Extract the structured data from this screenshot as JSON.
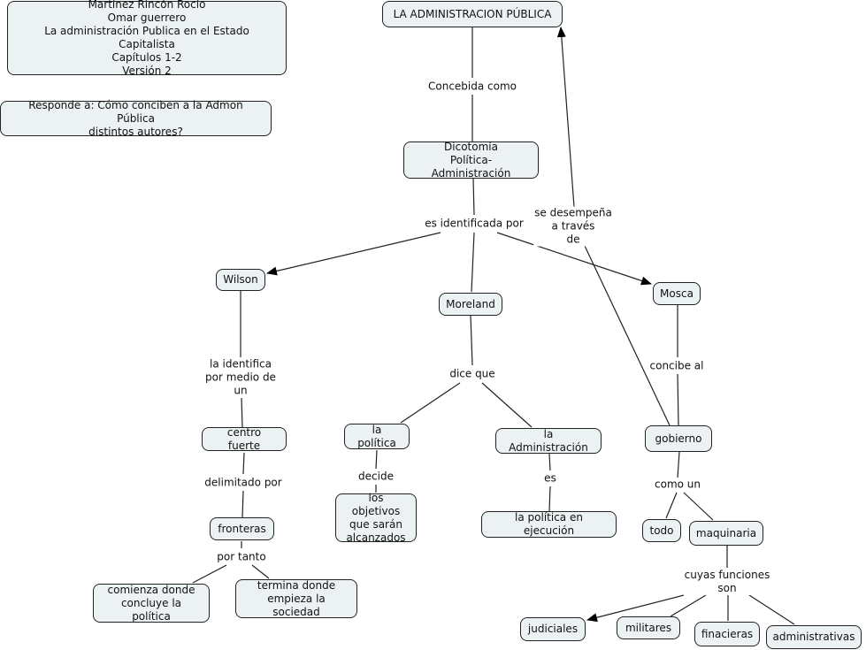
{
  "info_box": "Martínez Rincón Rocío\nOmar guerrero\nLa administración Publica en el Estado Capitalista\nCapítulos 1-2\nVersión 2",
  "question_box": "Responde a: Cómo conciben a la Admon Pública\ndistintos autores?",
  "nodes": {
    "root": "LA ADMINISTRACION PÚBLICA",
    "dicotomia": "Dicotomía\nPolítica-Administración",
    "wilson": "Wilson",
    "moreland": "Moreland",
    "mosca": "Mosca",
    "centro": "centro fuerte",
    "fronteras": "fronteras",
    "comienza": "comienza donde\nconcluye la política",
    "termina": "termina donde\nempieza la sociedad",
    "politica": "la política",
    "objetivos": "los objetivos\nque sarán\nalcanzados",
    "administracion": "la Administración",
    "ejecucion": "la política en ejecución",
    "gobierno": "gobierno",
    "todo": "todo",
    "maquinaria": "maquinaria",
    "judiciales": "judiciales",
    "militares": "militares",
    "finacieras": "finacieras",
    "administrativas": "administrativas"
  },
  "linking_phrases": {
    "concebida": "Concebida como",
    "identificada": "es identificada por",
    "desempena": "se desempeña\na través\nde",
    "identifica": "la identifica\npor medio de\nun",
    "delimitado": "delimitado por",
    "portanto": "por tanto",
    "dicequ": "dice que",
    "decide": "decide",
    "es": "es",
    "concibe": "concibe al",
    "comoun": "como un",
    "cuyas": "cuyas funciones\nson"
  }
}
